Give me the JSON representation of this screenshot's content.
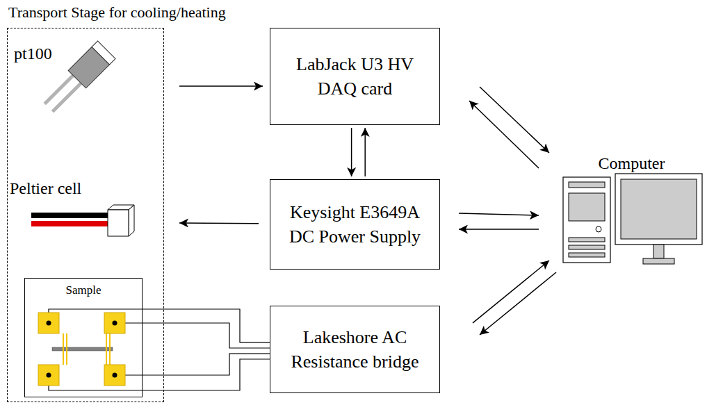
{
  "diagram": {
    "nodes": [
      {
        "text": [
          "Transport Stage for cooling/heating"
        ]
      },
      {
        "text": [
          "pt100"
        ],
        "in": 0
      },
      {
        "text": [
          "Peltier cell"
        ],
        "in": 0
      },
      {
        "text": [
          "Sample"
        ],
        "in": 0
      },
      {
        "text": [
          "LabJack U3 HV DAQ card"
        ]
      },
      {
        "text": [
          "Keysight E3649A DC Power Supply"
        ]
      },
      {
        "text": [
          "Lakeshore AC Resistance bridge"
        ]
      },
      {
        "text": [
          "Computer"
        ]
      }
    ],
    "edges": [
      {
        "from": 1,
        "to": 4,
        "arrow": "to"
      },
      {
        "from": 4,
        "to": 5,
        "arrow": "to"
      },
      {
        "from": 5,
        "to": 4,
        "arrow": "to"
      },
      {
        "from": 5,
        "to": 2,
        "arrow": "to"
      },
      {
        "from": 4,
        "to": 7,
        "arrow": "to"
      },
      {
        "from": 7,
        "to": 4,
        "arrow": "to"
      },
      {
        "from": 5,
        "to": 7,
        "arrow": "to"
      },
      {
        "from": 7,
        "to": 5,
        "arrow": "to"
      },
      {
        "from": 6,
        "to": 7,
        "arrow": "to"
      },
      {
        "from": 7,
        "to": 6,
        "arrow": "to"
      },
      {
        "from": 3,
        "to": 6,
        "arrow": "none"
      },
      {
        "from": 3,
        "to": 6,
        "arrow": "none"
      },
      {
        "from": 3,
        "to": 6,
        "arrow": "none"
      },
      {
        "from": 3,
        "to": 6,
        "arrow": "none"
      }
    ]
  }
}
